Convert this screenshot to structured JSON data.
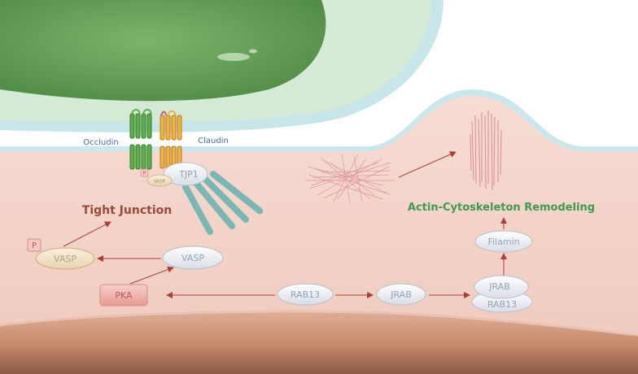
{
  "labels": {
    "occludin": "Occludin",
    "claudin": "Claudin",
    "tjp1": "TJP1",
    "p_small": "P",
    "vasp_small": "VASP",
    "tight_junction": "Tight Junction",
    "actin_remodeling": "Actin-Cytoskeleton Remodeling",
    "p_left": "P",
    "vasp_left": "VASP",
    "vasp_right": "VASP",
    "pka": "PKA",
    "rab13_center": "RAB13",
    "jrab_center": "JRAB",
    "jrab_stack": "JRAB",
    "rab13_stack": "RAB13",
    "filamin": "Filamin"
  },
  "colors": {
    "arrow": "#a8403a",
    "tight_junction_text": "#9a4a3a",
    "actin_text": "#3f9a4f",
    "cytoplasm": "#f3d2c7",
    "nucleus": "#5e9c52",
    "protein_text": "#8fa3b8"
  }
}
